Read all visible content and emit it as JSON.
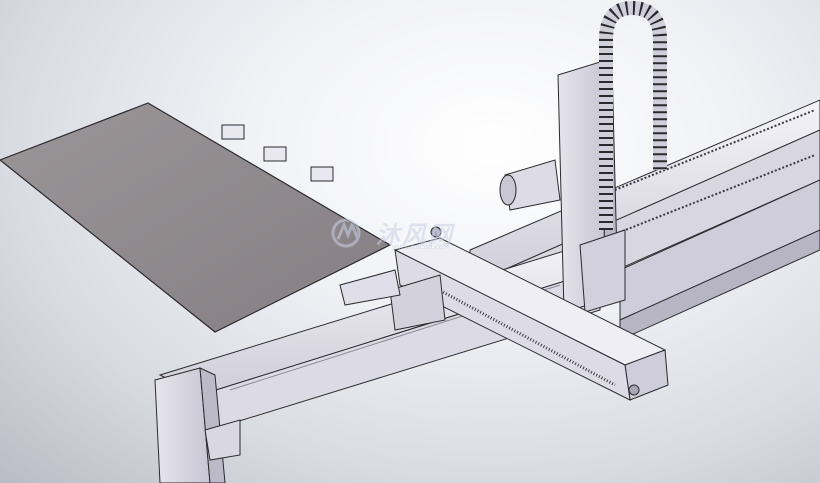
{
  "scene": {
    "subject": "gantry-robot-cad-model",
    "colors": {
      "metal_light": "#ecebf3",
      "metal_mid": "#d6d4e0",
      "metal_dark": "#a9a6b8",
      "plate": "#8f8a8e",
      "edge": "#2a2a2e"
    }
  },
  "watermark": {
    "text": "沐风网",
    "url": "www.mfcad.com"
  }
}
